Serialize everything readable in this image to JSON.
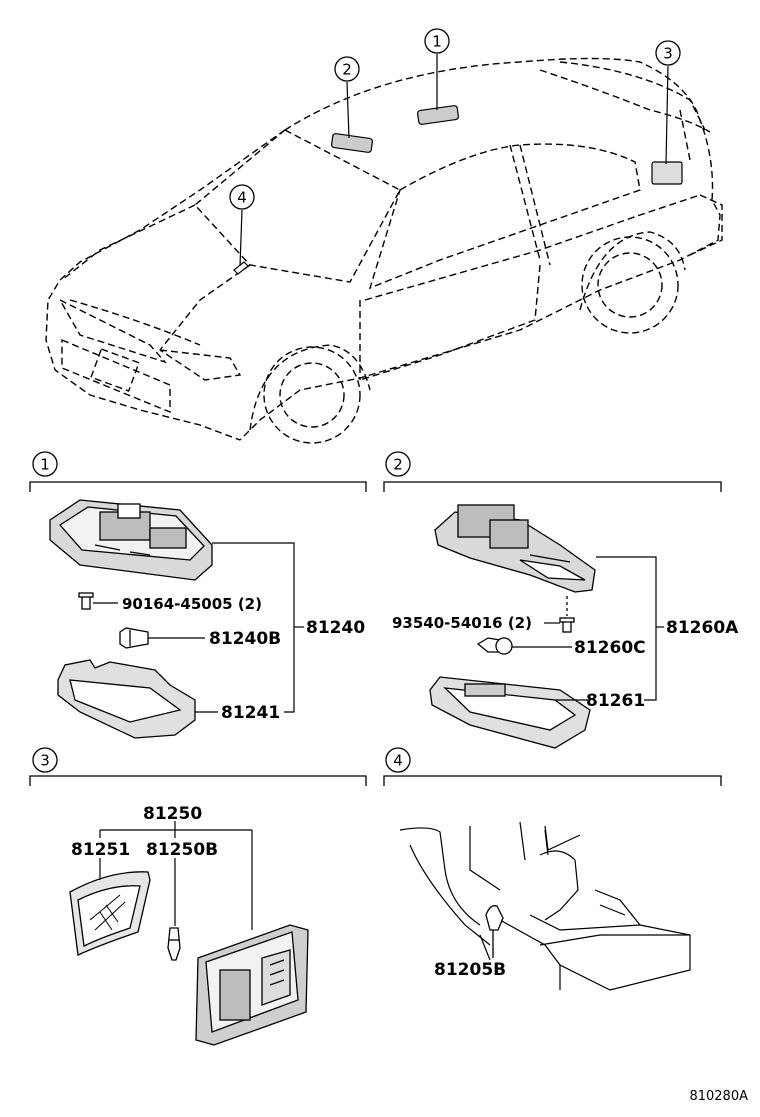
{
  "callouts": {
    "c1": "1",
    "c2": "2",
    "c3": "3",
    "c4": "4"
  },
  "sections": [
    {
      "number": "1",
      "assembly": "81240",
      "screw": "90164-45005 (2)",
      "bulb": "81240B",
      "lens": "81241"
    },
    {
      "number": "2",
      "assembly": "81260A",
      "screw": "93540-54016 (2)",
      "bulb": "81260C",
      "lens": "81261"
    },
    {
      "number": "3",
      "assembly": "81250",
      "lens": "81251",
      "bulb": "81250B"
    },
    {
      "number": "4",
      "lamp": "81205B"
    }
  ],
  "diagram_ref": "810280A",
  "colors": {
    "line": "#000000",
    "background": "#ffffff",
    "housing_fill": "#d9d9d9"
  }
}
